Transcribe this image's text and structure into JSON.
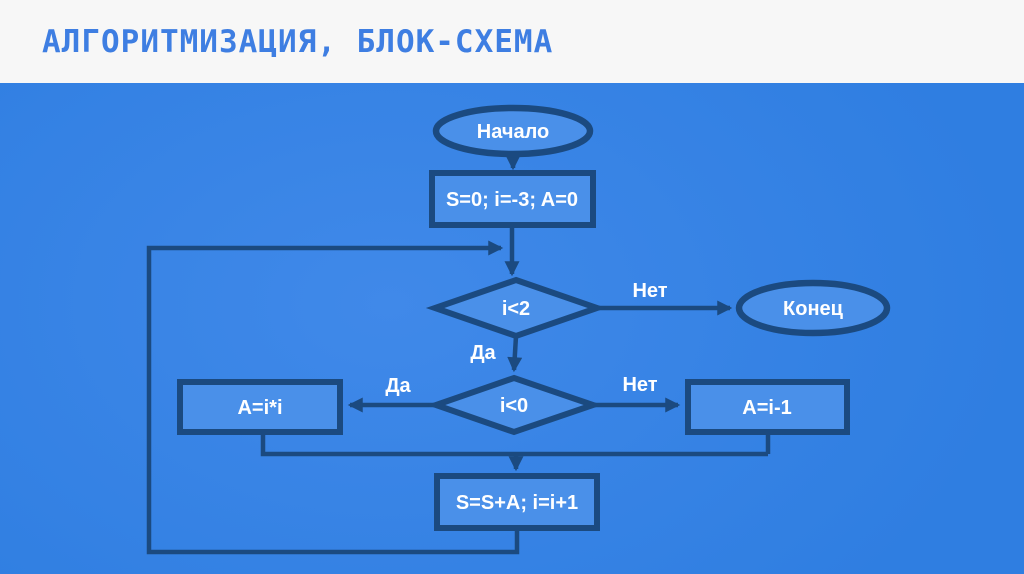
{
  "title": "АЛГОРИТМИЗАЦИЯ, БЛОК-СХЕМА",
  "theme": {
    "titlebar_bg": "#f7f7f7",
    "title_color": "#3e7ee2",
    "canvas_bg": "#2f7ee1",
    "canvas_bg_light": "#4089e9",
    "node_fill": "#4a90e9",
    "line_color": "#1b4a80",
    "node_text": "#ffffff"
  },
  "flowchart": {
    "nodes": [
      {
        "id": "start",
        "type": "terminator",
        "label": "Начало"
      },
      {
        "id": "init",
        "type": "process",
        "label": "S=0; i=-3; A=0"
      },
      {
        "id": "cond-i-lt-2",
        "type": "decision",
        "label": "i<2"
      },
      {
        "id": "end",
        "type": "terminator",
        "label": "Конец"
      },
      {
        "id": "cond-i-lt-0",
        "type": "decision",
        "label": "i<0"
      },
      {
        "id": "a-eq-i-times-i",
        "type": "process",
        "label": "A=i*i"
      },
      {
        "id": "a-eq-i-minus-1",
        "type": "process",
        "label": "A=i-1"
      },
      {
        "id": "update",
        "type": "process",
        "label": "S=S+A; i=i+1"
      }
    ],
    "edge_labels": {
      "no_to_end": "Нет",
      "yes_down": "Да",
      "yes_left": "Да",
      "no_right": "Нет"
    }
  }
}
